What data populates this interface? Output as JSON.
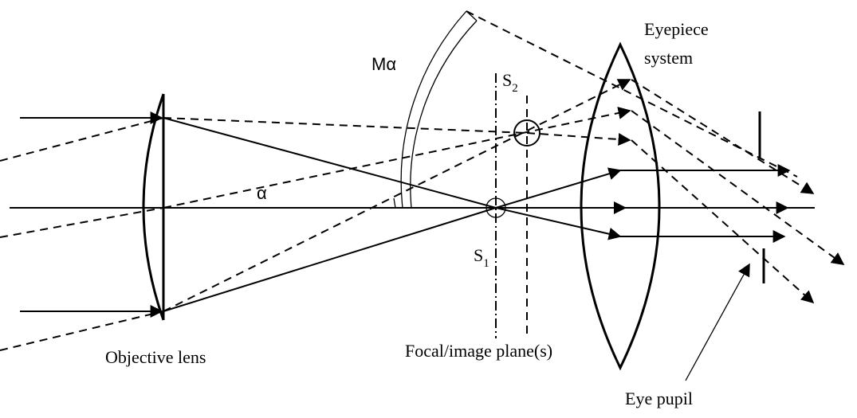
{
  "labels": {
    "eyepiece_line1": "Eyepiece",
    "eyepiece_line2": "system",
    "m_alpha": "Mα",
    "alpha": "α",
    "s2_letter": "S",
    "s2_sub": "2",
    "s1_letter": "S",
    "s1_sub": "1",
    "objective_lens": "Objective lens",
    "focal_plane": "Focal/image plane(s)",
    "eye_pupil": "Eye pupil"
  }
}
